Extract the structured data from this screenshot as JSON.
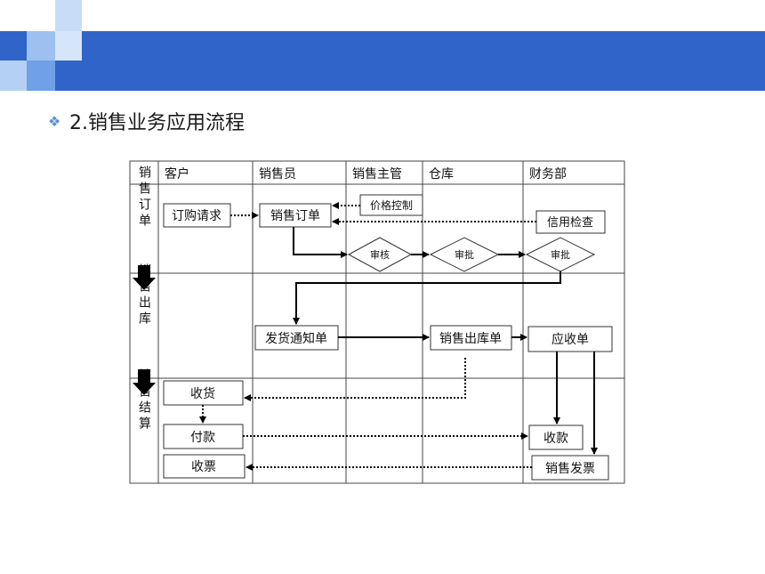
{
  "slide": {
    "bullet_icon": "diamond-bullet-icon",
    "title": "2.销售业务应用流程"
  },
  "colors": {
    "header_band": "#3164c8",
    "accent_light": "#9ec0f0",
    "accent_mid": "#6fa0e8"
  },
  "diagram": {
    "columns": [
      "客户",
      "销售员",
      "销售主管",
      "仓库",
      "财务部"
    ],
    "phases": [
      "销售订单",
      "销售出库",
      "销售结算"
    ],
    "boxes": {
      "order_request": "订购请求",
      "sales_order": "销售订单",
      "price_control": "价格控制",
      "credit_check": "信用检查",
      "ship_notice": "发货通知单",
      "outbound": "销售出库单",
      "receivable": "应收单",
      "receive_goods": "收货",
      "payment": "付款",
      "collect": "收款",
      "receive_invoice": "收票",
      "sales_invoice": "销售发票"
    },
    "decisions": {
      "review": "审核",
      "approve_mgr": "审批",
      "approve_fin": "审批"
    }
  }
}
